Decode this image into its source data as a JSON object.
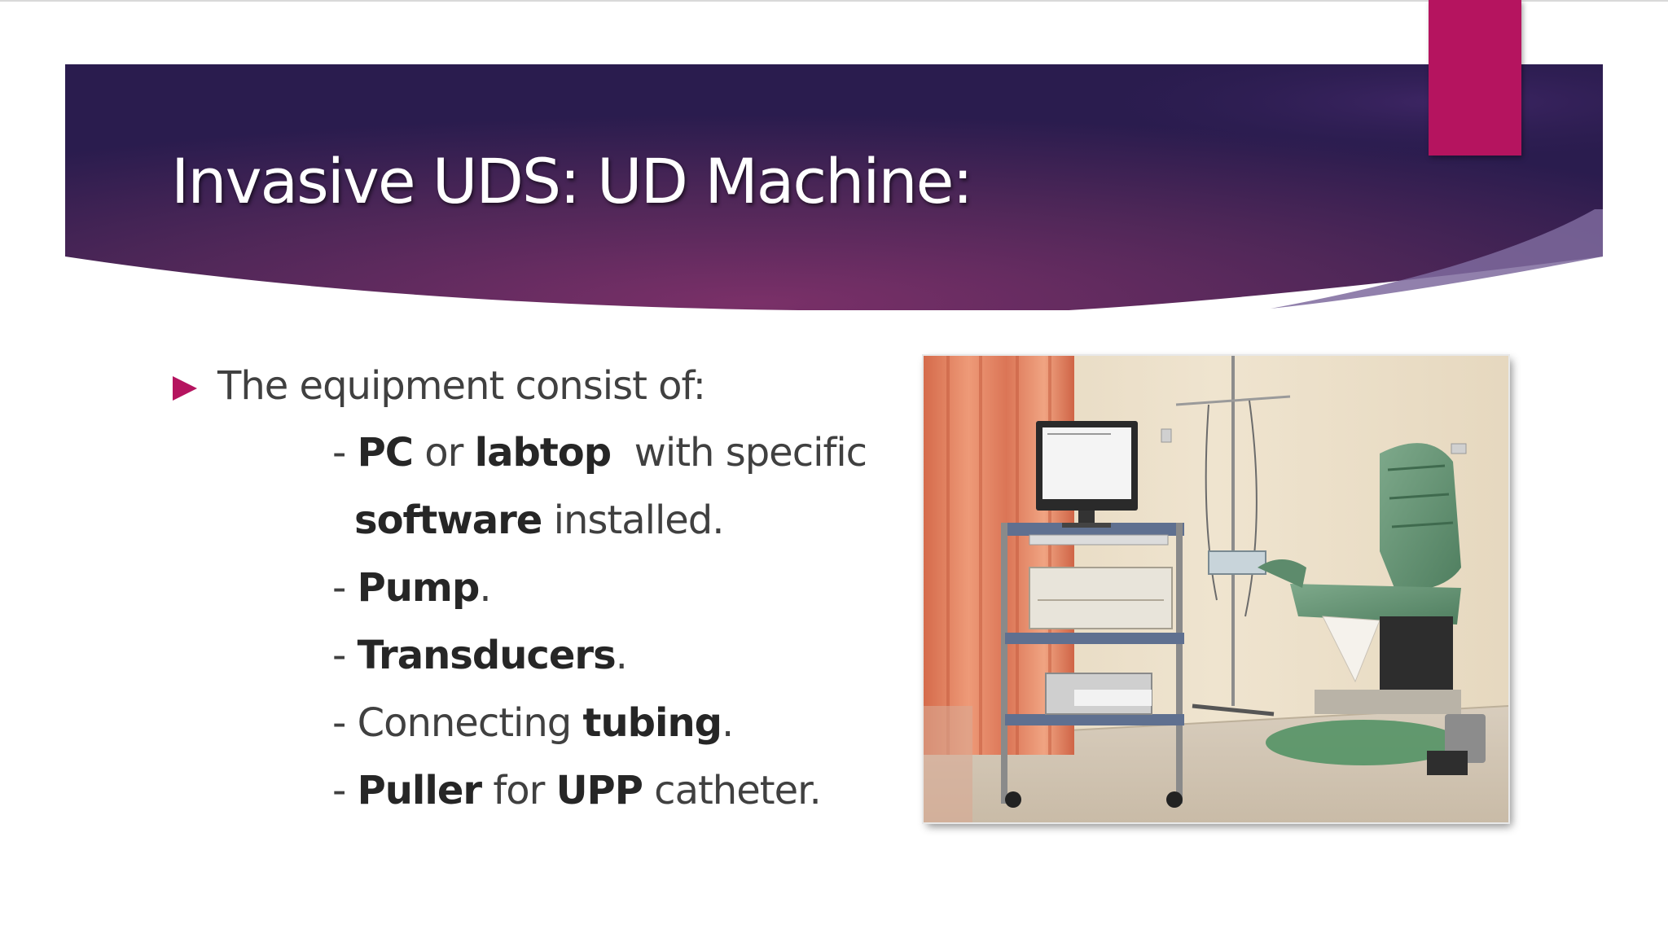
{
  "slide": {
    "title": "Invasive UDS: UD Machine:",
    "bullet_intro": "The equipment consist of:",
    "items": [
      {
        "prefix": "- ",
        "b1": "PC",
        "t1": " or ",
        "b2": "labtop",
        "t2": "  with specific"
      },
      {
        "b1": "software",
        "t1": " installed."
      },
      {
        "prefix": "- ",
        "b1": "Pump",
        "t1": "."
      },
      {
        "prefix": "- ",
        "b1": "Transducers",
        "t1": "."
      },
      {
        "prefix": "- Connecting ",
        "b1": "tubing",
        "t1": "."
      },
      {
        "prefix": "- ",
        "b1": "Puller",
        "t1": " for ",
        "b2": "UPP",
        "t2": " catheter."
      }
    ]
  },
  "colors": {
    "accent": "#b5145f",
    "banner_dark": "#2b1d4f",
    "banner_mid": "#6a2b63",
    "text": "#404040"
  },
  "icons": {
    "bullet": "play-triangle-icon"
  }
}
